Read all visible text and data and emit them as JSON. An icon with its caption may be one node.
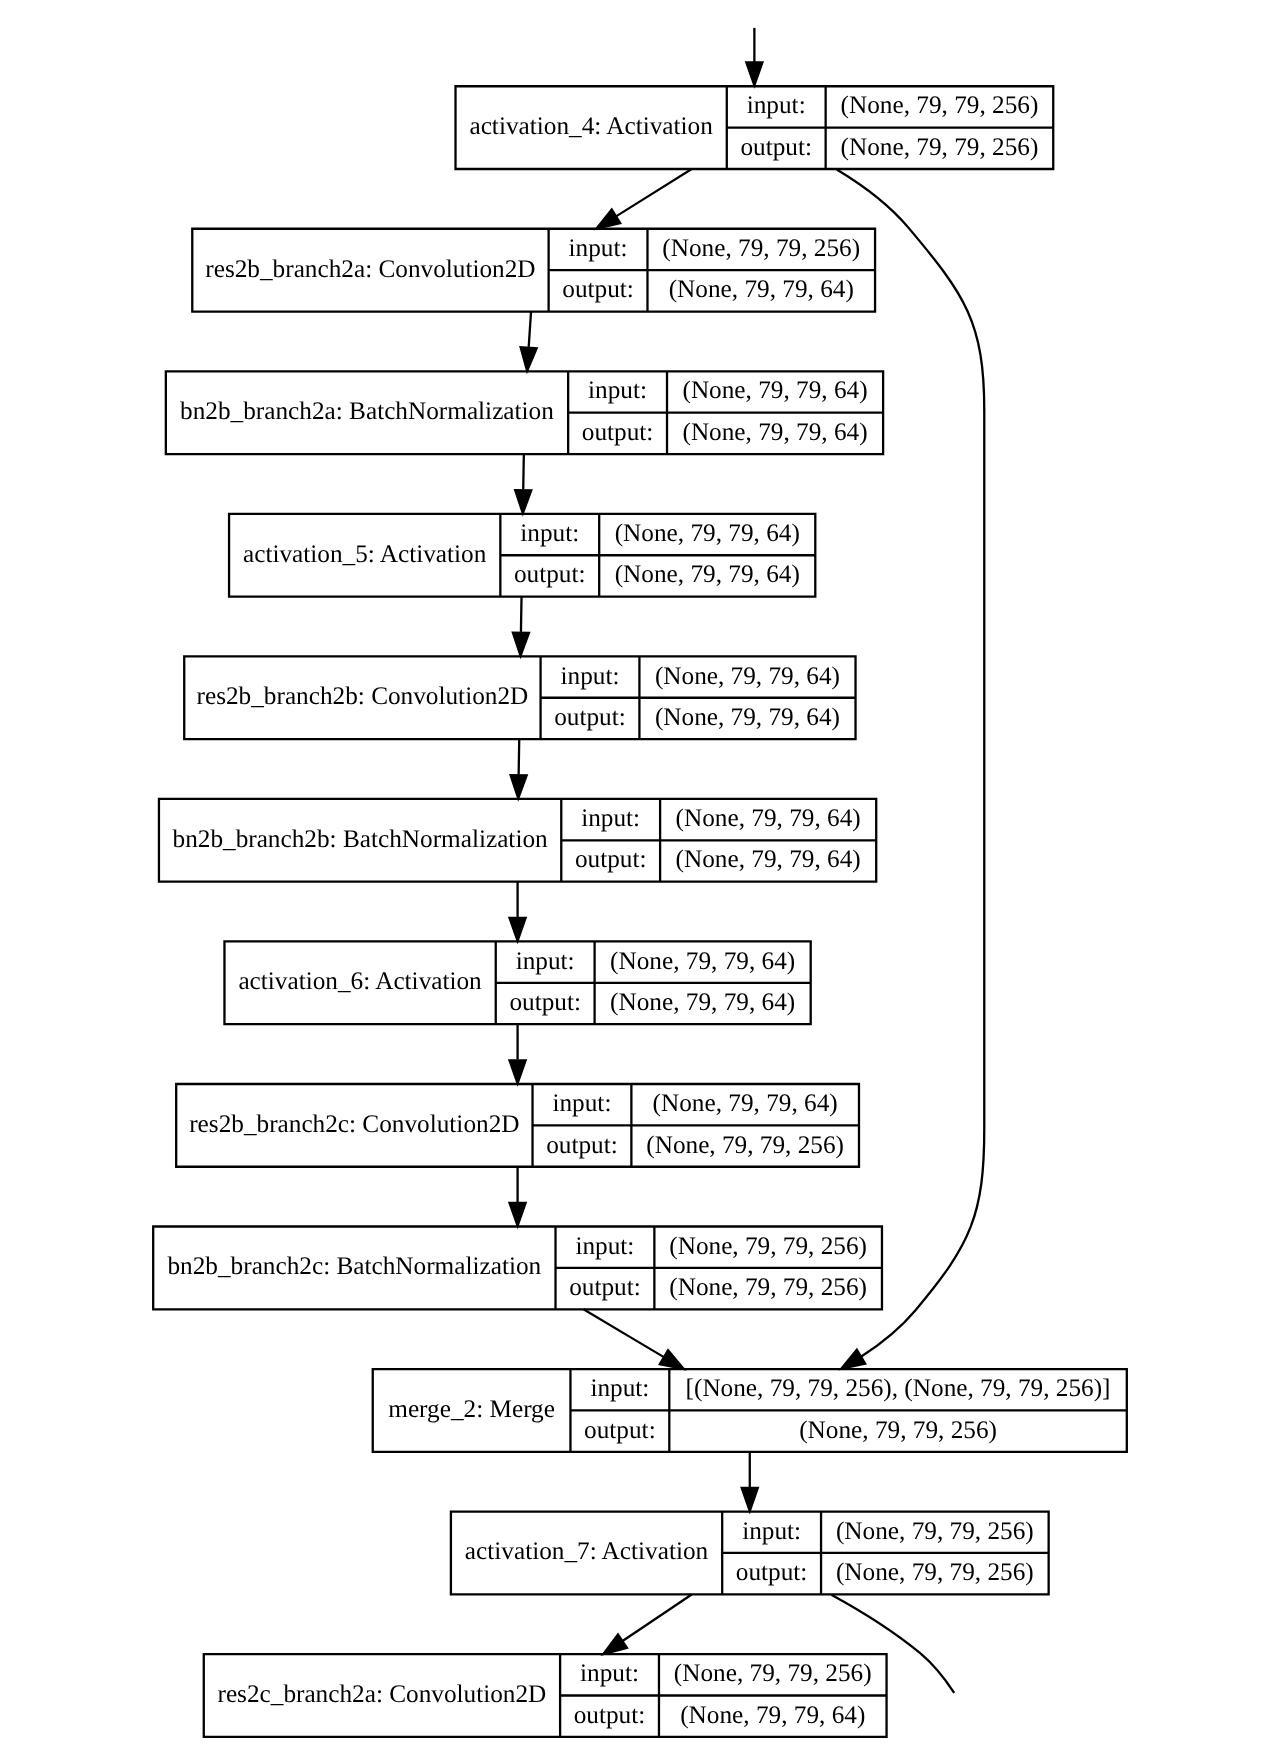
{
  "diagram": {
    "nodes": [
      {
        "text": [
          "activation_4: Activation",
          "input:",
          "(None, 79, 79, 256)",
          "output:",
          "(None, 79, 79, 256)"
        ]
      },
      {
        "text": [
          "res2b_branch2a: Convolution2D",
          "input:",
          "(None, 79, 79, 256)",
          "output:",
          "(None, 79, 79, 64)"
        ]
      },
      {
        "text": [
          "bn2b_branch2a: BatchNormalization",
          "input:",
          "(None, 79, 79, 64)",
          "output:",
          "(None, 79, 79, 64)"
        ]
      },
      {
        "text": [
          "activation_5: Activation",
          "input:",
          "(None, 79, 79, 64)",
          "output:",
          "(None, 79, 79, 64)"
        ]
      },
      {
        "text": [
          "res2b_branch2b: Convolution2D",
          "input:",
          "(None, 79, 79, 64)",
          "output:",
          "(None, 79, 79, 64)"
        ]
      },
      {
        "text": [
          "bn2b_branch2b: BatchNormalization",
          "input:",
          "(None, 79, 79, 64)",
          "output:",
          "(None, 79, 79, 64)"
        ]
      },
      {
        "text": [
          "activation_6: Activation",
          "input:",
          "(None, 79, 79, 64)",
          "output:",
          "(None, 79, 79, 64)"
        ]
      },
      {
        "text": [
          "res2b_branch2c: Convolution2D",
          "input:",
          "(None, 79, 79, 64)",
          "output:",
          "(None, 79, 79, 256)"
        ]
      },
      {
        "text": [
          "bn2b_branch2c: BatchNormalization",
          "input:",
          "(None, 79, 79, 256)",
          "output:",
          "(None, 79, 79, 256)"
        ]
      },
      {
        "text": [
          "merge_2: Merge",
          "input:",
          "[(None, 79, 79, 256), (None, 79, 79, 256)]",
          "output:",
          "(None, 79, 79, 256)"
        ]
      },
      {
        "text": [
          "activation_7: Activation",
          "input:",
          "(None, 79, 79, 256)",
          "output:",
          "(None, 79, 79, 256)"
        ]
      },
      {
        "text": [
          "res2c_branch2a: Convolution2D",
          "input:",
          "(None, 79, 79, 256)",
          "output:",
          "(None, 79, 79, 64)"
        ]
      }
    ],
    "edges": [
      {
        "from": null,
        "to": 0,
        "arrow": "to"
      },
      {
        "from": 0,
        "to": 1,
        "arrow": "to"
      },
      {
        "from": 1,
        "to": 2,
        "arrow": "to"
      },
      {
        "from": 2,
        "to": 3,
        "arrow": "to"
      },
      {
        "from": 3,
        "to": 4,
        "arrow": "to"
      },
      {
        "from": 4,
        "to": 5,
        "arrow": "to"
      },
      {
        "from": 5,
        "to": 6,
        "arrow": "to"
      },
      {
        "from": 6,
        "to": 7,
        "arrow": "to"
      },
      {
        "from": 7,
        "to": 8,
        "arrow": "to"
      },
      {
        "from": 8,
        "to": 9,
        "arrow": "to"
      },
      {
        "from": 0,
        "to": 9,
        "arrow": "to"
      },
      {
        "from": 9,
        "to": 10,
        "arrow": "to"
      },
      {
        "from": 10,
        "to": 11,
        "arrow": "to"
      },
      {
        "from": 10,
        "to": null,
        "arrow": "none"
      }
    ]
  }
}
